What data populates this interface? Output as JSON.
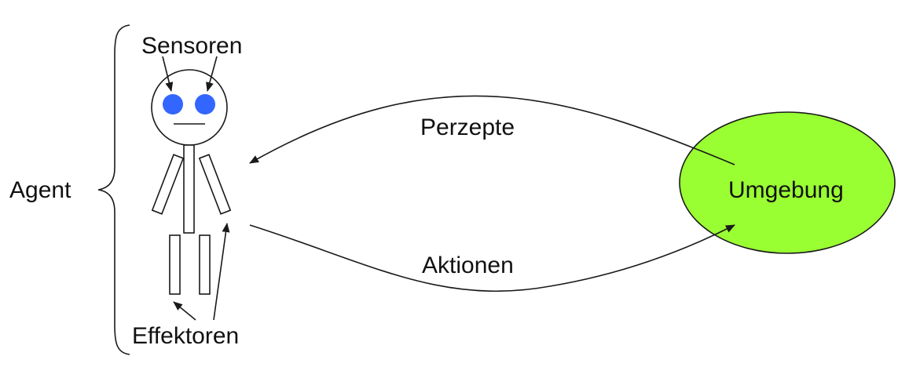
{
  "labels": {
    "agent": "Agent",
    "sensors": "Sensoren",
    "effectors": "Effektoren",
    "percepts": "Perzepte",
    "actions": "Aktionen",
    "environment": "Umgebung"
  },
  "colors": {
    "environment_fill": "#99ff33",
    "eye_fill": "#3366ff",
    "line": "#1a1a1a"
  }
}
